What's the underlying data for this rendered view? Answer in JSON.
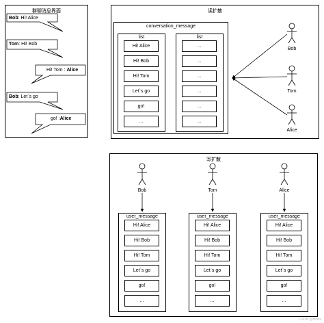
{
  "chat_panel": {
    "title": "群聊消息界面",
    "messages": [
      {
        "sender": "Bob",
        "sep": ": ",
        "text": "Hi! Alice"
      },
      {
        "sender": "Tom",
        "sep": ": ",
        "text": "Hi! Bob"
      },
      {
        "text": "Hi! Tom : ",
        "sender": "Alice"
      },
      {
        "sender": "Bob",
        "sep": ": ",
        "text": "Let`s go"
      },
      {
        "text": "go! :",
        "sender": "Alice"
      }
    ]
  },
  "read_section": {
    "title": "读扩散",
    "table_title": "conversation_message",
    "list_title": "list",
    "left_list": [
      "Hi! Alice",
      "Hi! Bob",
      "Hi! Tom",
      "Let`s go",
      "go!",
      "..."
    ],
    "right_list": [
      "...",
      "...",
      "...",
      "...",
      "...",
      "..."
    ],
    "users": [
      "Bob",
      "Tom",
      "Alice"
    ]
  },
  "write_section": {
    "title": "写扩散",
    "users": [
      "Bob",
      "Tom",
      "Alice"
    ],
    "table_title": "user_message",
    "rows": [
      "Hi! Alice",
      "Hi! Bob",
      "Hi! Tom",
      "Let`s go",
      "go!",
      "..."
    ]
  },
  "watermark": "CSDN @Hollis"
}
